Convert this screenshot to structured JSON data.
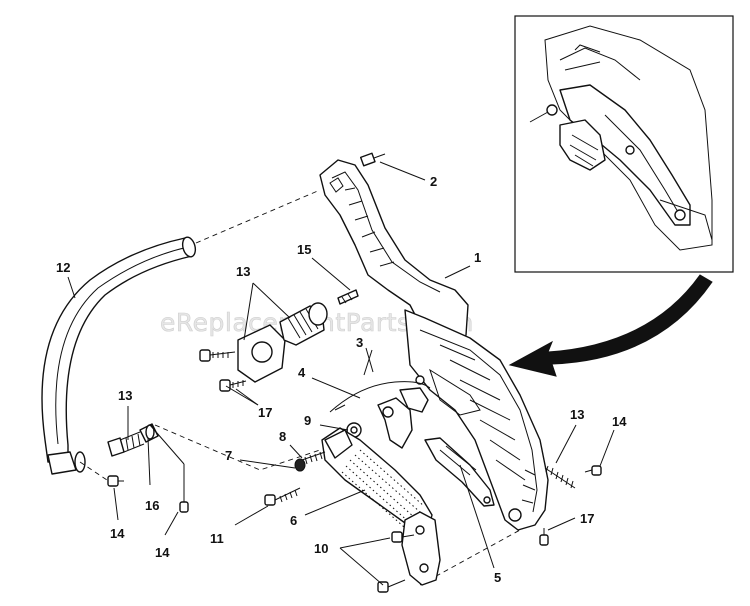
{
  "watermark": "eReplacementParts.com",
  "callouts": [
    {
      "id": "c1",
      "text": "1"
    },
    {
      "id": "c2",
      "text": "2"
    },
    {
      "id": "c3",
      "text": "3"
    },
    {
      "id": "c4",
      "text": "4"
    },
    {
      "id": "c5",
      "text": "5"
    },
    {
      "id": "c6",
      "text": "6"
    },
    {
      "id": "c7",
      "text": "7"
    },
    {
      "id": "c8",
      "text": "8"
    },
    {
      "id": "c9",
      "text": "9"
    },
    {
      "id": "c10",
      "text": "10"
    },
    {
      "id": "c11",
      "text": "11"
    },
    {
      "id": "c12",
      "text": "12"
    },
    {
      "id": "c13a",
      "text": "13"
    },
    {
      "id": "c13b",
      "text": "13"
    },
    {
      "id": "c13c",
      "text": "13"
    },
    {
      "id": "c14a",
      "text": "14"
    },
    {
      "id": "c14b",
      "text": "14"
    },
    {
      "id": "c14c",
      "text": "14"
    },
    {
      "id": "c15",
      "text": "15"
    },
    {
      "id": "c16",
      "text": "16"
    },
    {
      "id": "c17a",
      "text": "17"
    },
    {
      "id": "c17b",
      "text": "17"
    }
  ]
}
